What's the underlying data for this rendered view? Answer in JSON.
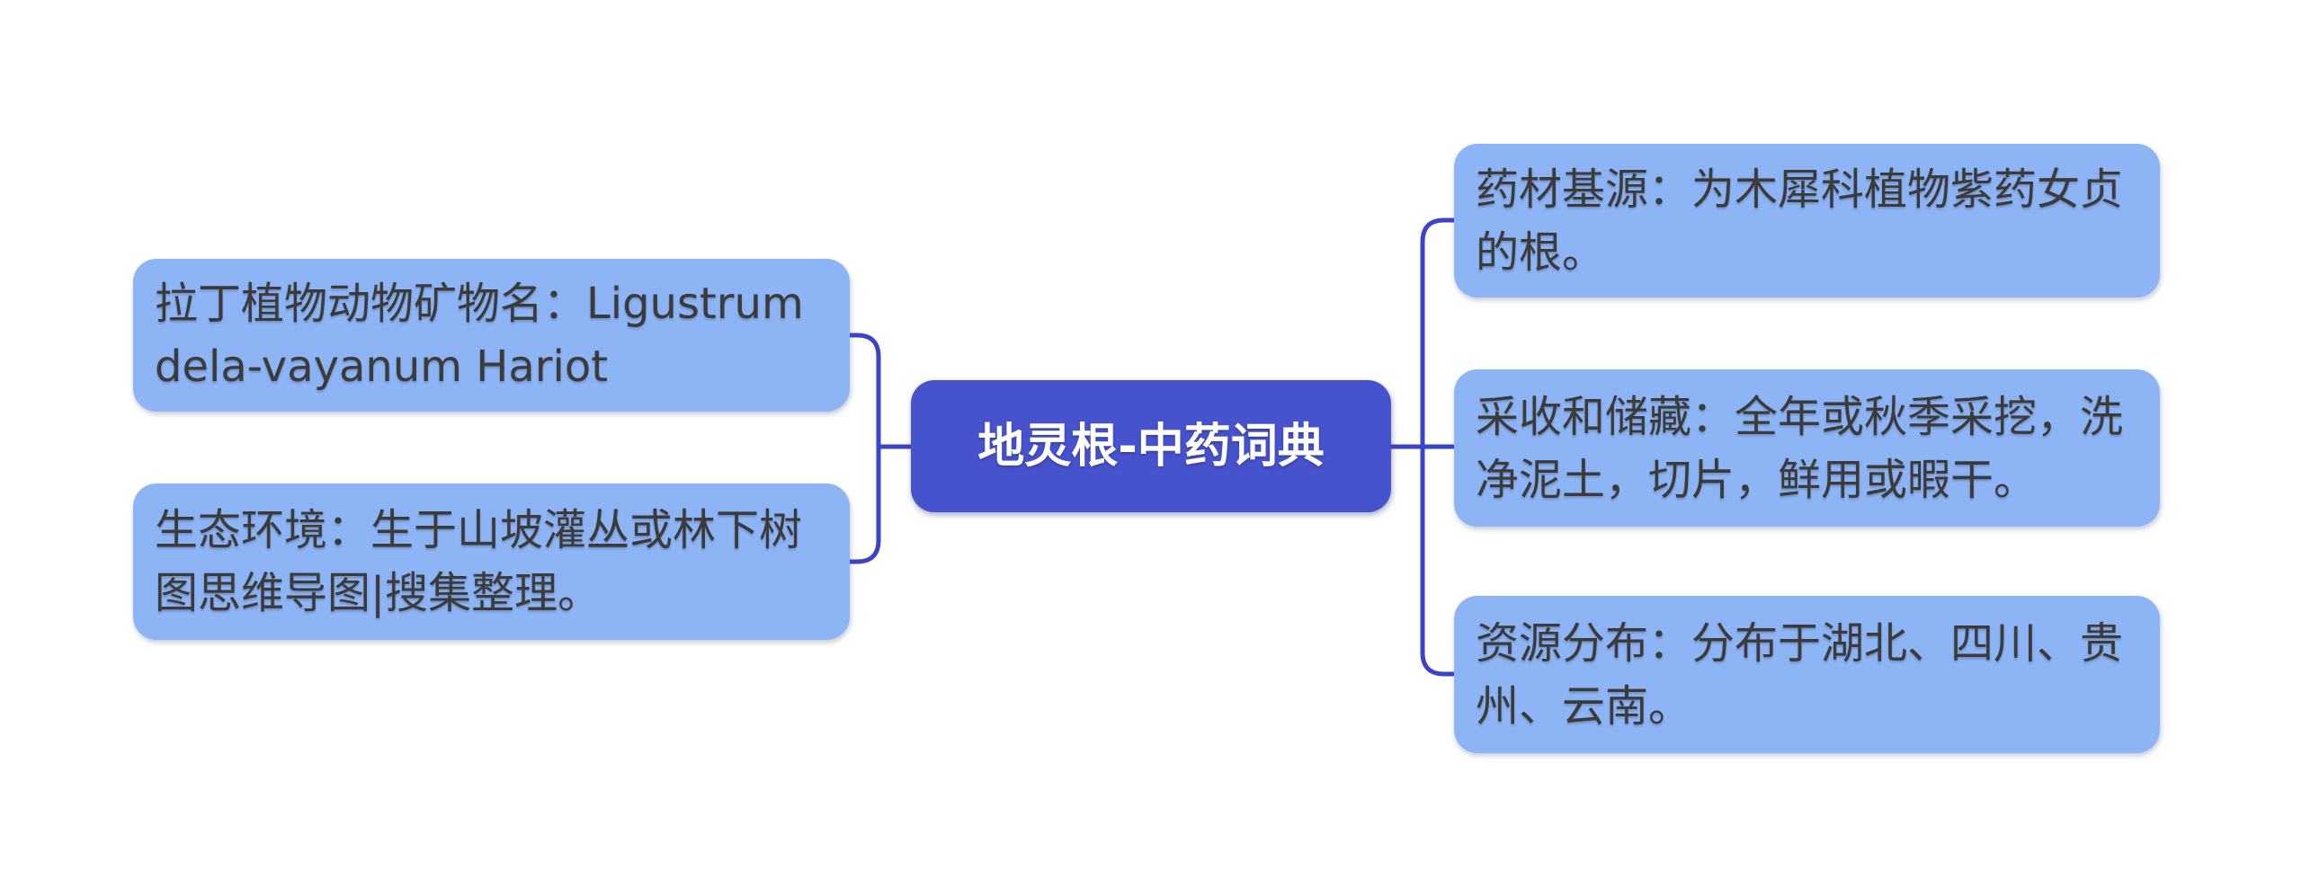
{
  "diagram": {
    "root_node": {
      "label": "地灵根-中药词典"
    },
    "left_branches": [
      {
        "label": "拉丁植物动物矿物名：Ligustrum\ndela-vayanum Hariot"
      },
      {
        "label": "生态环境：生于山坡灌丛或林下树\n图思维导图|搜集整理。"
      }
    ],
    "right_branches": [
      {
        "label": "药材基源：为木犀科植物紫药女贞\n的根。"
      },
      {
        "label": "采收和储藏：全年或秋季采挖，洗\n净泥土，切片，鲜用或暇干。"
      },
      {
        "label": "资源分布：分布于湖北、四川、贵\n州、云南。"
      }
    ],
    "colors": {
      "background": "#ffffff",
      "branch_node_fill": "#8db4f5",
      "root_node_fill": "#4753cd",
      "connector_line": "#3b43c9",
      "branch_text": "#3b3b3b",
      "root_text": "#ffffff"
    }
  }
}
